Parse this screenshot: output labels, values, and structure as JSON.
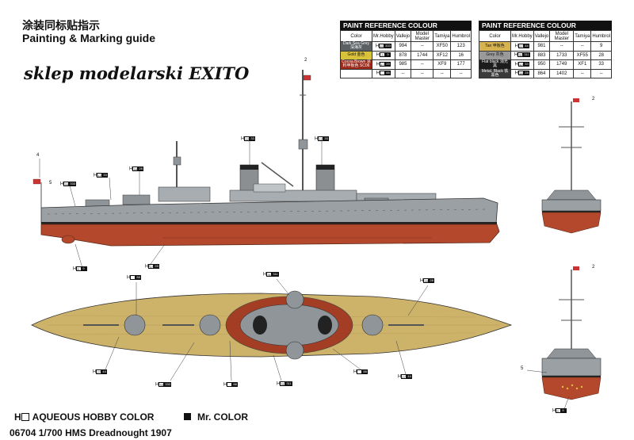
{
  "header": {
    "title_cn": "涂装同标贴指示",
    "title_en": "Painting & Marking guide",
    "watermark": "sklep modelarski EXITO"
  },
  "paint_tables": [
    {
      "title": "PAINT REFERENCE COLOUR",
      "columns": [
        "Color",
        "Mr.Hobby",
        "Vallejo",
        "Model Master",
        "Tamiya",
        "Humbrol"
      ],
      "rows": [
        {
          "name": "Dark Sea Grey 深海灰",
          "swatch": "#5b6063",
          "h": "333",
          "m": "333",
          "vallejo": "994",
          "model_master": "--",
          "tamiya": "XF50",
          "humbrol": "123"
        },
        {
          "name": "Gold 金色",
          "swatch": "#d9c23b",
          "h": "9",
          "m": "9",
          "vallejo": "878",
          "model_master": "1744",
          "tamiya": "XF12",
          "humbrol": "16"
        },
        {
          "name": "Cocoa Brown 涂料甲板色 SC06",
          "swatch": "#9c2a1a",
          "h": "17",
          "m": "29",
          "vallejo": "985",
          "model_master": "--",
          "tamiya": "XF9",
          "humbrol": "177"
        },
        {
          "name": "",
          "swatch": "#ffffff",
          "h": "",
          "m": "88",
          "vallejo": "--",
          "model_master": "--",
          "tamiya": "--",
          "humbrol": "--"
        }
      ]
    },
    {
      "title": "PAINT REFERENCE COLOUR",
      "columns": [
        "Color",
        "Mr.Hobby",
        "Vallejo",
        "Model Master",
        "Tamiya",
        "Humbrol"
      ],
      "rows": [
        {
          "name": "Tan 甲板色",
          "swatch": "#d7b34f",
          "h": "27",
          "m": "44",
          "vallejo": "981",
          "model_master": "--",
          "tamiya": "--",
          "humbrol": "9"
        },
        {
          "name": "Grey 灰色",
          "swatch": "#9a9a9a",
          "h": "311",
          "m": "311",
          "vallejo": "883",
          "model_master": "1733",
          "tamiya": "XF55",
          "humbrol": "28"
        },
        {
          "name": "Flat black 消光黑",
          "swatch": "#1c1c1c",
          "h": "12",
          "m": "33",
          "vallejo": "950",
          "model_master": "1749",
          "tamiya": "XF1",
          "humbrol": "33"
        },
        {
          "name": "Metal. Black 铁黑色",
          "swatch": "#3a3a3a",
          "h": "18",
          "m": "28",
          "vallejo": "864",
          "model_master": "1402",
          "tamiya": "--",
          "humbrol": "--"
        }
      ]
    }
  ],
  "callouts": {
    "side_numbers": [
      "2",
      "4",
      "5"
    ],
    "side_labels": [
      {
        "h": "12",
        "m": "33"
      },
      {
        "h": "12",
        "m": "33"
      },
      {
        "h": "333",
        "m": "333"
      },
      {
        "h": "12",
        "m": "33"
      },
      {
        "h": "18",
        "m": "28"
      },
      {
        "h": "9",
        "m": "9"
      },
      {
        "h": "17",
        "m": "29"
      }
    ],
    "top_labels": [
      {
        "h": "",
        "m": "88"
      },
      {
        "h": "311",
        "m": "311"
      },
      {
        "h": "18",
        "m": "28"
      },
      {
        "h": "27",
        "m": "44"
      },
      {
        "h": "333",
        "m": "333"
      },
      {
        "h": "",
        "m": "88"
      },
      {
        "h": "311",
        "m": "311"
      },
      {
        "h": "",
        "m": "88"
      },
      {
        "h": "27",
        "m": "44"
      }
    ],
    "front_numbers": [
      "2",
      "2",
      "5"
    ],
    "front_label": {
      "h": "9",
      "m": "9"
    }
  },
  "legend": {
    "aqueous": "AQUEOUS HOBBY COLOR",
    "mr_color": "Mr. COLOR"
  },
  "footer": "06704 1/700 HMS Dreadnought 1907",
  "colors": {
    "hull_red": "#b4482d",
    "hull_grey": "#9aa0a4",
    "deck_tan": "#cdb26a",
    "boot_black": "#222222"
  }
}
